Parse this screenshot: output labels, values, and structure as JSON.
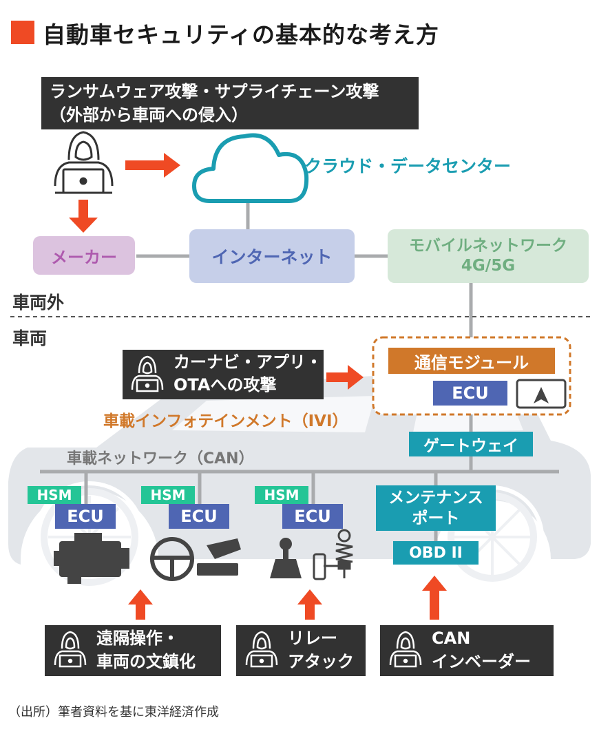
{
  "title": "自動車セキュリティの基本的な考え方",
  "attacks": {
    "external_line1": "ランサムウェア攻撃・サプライチェーン攻撃",
    "external_line2": "（外部から車両への侵入）",
    "navi_line1": "カーナビ・アプリ・",
    "navi_line2": "OTAへの攻撃",
    "remote_line1": "遠隔操作・",
    "remote_line2": "車両の文鎮化",
    "relay_line1": "リレー",
    "relay_line2": "アタック",
    "can_line1": "CAN",
    "can_line2": "インベーダー"
  },
  "nodes": {
    "cloud": "クラウド・データセンター",
    "maker": "メーカー",
    "internet": "インターネット",
    "mobile_line1": "モバイルネットワーク",
    "mobile_line2": "4G/5G",
    "comm_module": "通信モジュール",
    "ecu": "ECU",
    "ivi": "車載インフォテインメント（IVI）",
    "gateway": "ゲートウェイ",
    "can": "車載ネットワーク（CAN）",
    "hsm": "HSM",
    "maint_line1": "メンテナンス",
    "maint_line2": "ポート",
    "obd": "OBD II"
  },
  "zones": {
    "outside": "車両外",
    "inside": "車両"
  },
  "source": "（出所）筆者資料を基に東洋経済作成",
  "colors": {
    "accent": "#ef4a24",
    "teal": "#1a9db1",
    "ecu": "#4f66b3",
    "hsm": "#24c596",
    "ivi": "#d0782a",
    "dark": "#323232",
    "car": "#e3e6ea"
  }
}
